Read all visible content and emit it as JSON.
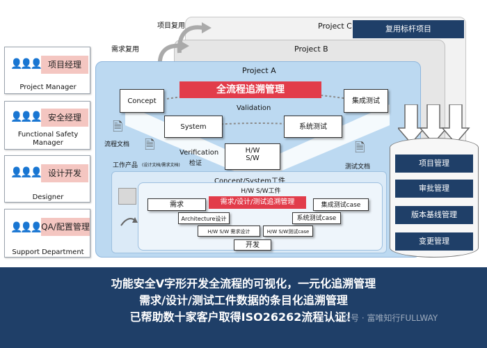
{
  "roles": [
    {
      "badge": "项目经理",
      "title": "Project Manager"
    },
    {
      "badge": "安全经理",
      "title": "Functional Safety Manager"
    },
    {
      "badge": "设计开发",
      "title": "Designer"
    },
    {
      "badge": "QA/配置管理",
      "title": "Support Department"
    }
  ],
  "projects": {
    "a": "Project A",
    "b": "Project B",
    "c": "Project C",
    "benchmark": "复用标杆项目"
  },
  "reuse": {
    "project": "项目复用",
    "requirement": "需求复用"
  },
  "vmodel": {
    "banner": "全流程追溯管理",
    "validation": "Validation",
    "verification": "Verification",
    "verify_cn": "检证",
    "concept": "Concept",
    "integration_test": "集成测试",
    "system": "System",
    "system_test": "系统测试",
    "hw": "H/W",
    "sw": "S/W",
    "process_doc": "流程文档",
    "work_product": "工作产品",
    "work_product_note": "(设计文档/需求文档)",
    "test_doc": "测试文档"
  },
  "concept_system": {
    "title": "Concept/System工件",
    "inner_title": "H/W S/W工件",
    "trace_banner": "需求/设计/测试追溯管理",
    "requirement": "需求",
    "integration_case": "集成测试case",
    "architecture": "Architecture设计",
    "system_case": "系统测试case",
    "hwsw_req": "H/W S/W 需求设计",
    "hwsw_test": "H/W S/W测试case",
    "dev": "开发"
  },
  "repo": [
    "项目管理",
    "审批管理",
    "版本基线管理",
    "变更管理"
  ],
  "footer": [
    "功能安全V字形开发全流程的可视化，一元化追溯管理",
    "需求/设计/测试工件数据的条目化追溯管理",
    "已帮助数十家客户取得ISO26262流程认证！"
  ],
  "watermark": "公众号 · 富唯知行FULLWAY",
  "colors": {
    "accent": "#e23c4a",
    "navy": "#1f3f68",
    "panel": "#bcd9f1"
  },
  "icons": {
    "people": "people-group-icon",
    "doc": "document-stack-icon"
  }
}
